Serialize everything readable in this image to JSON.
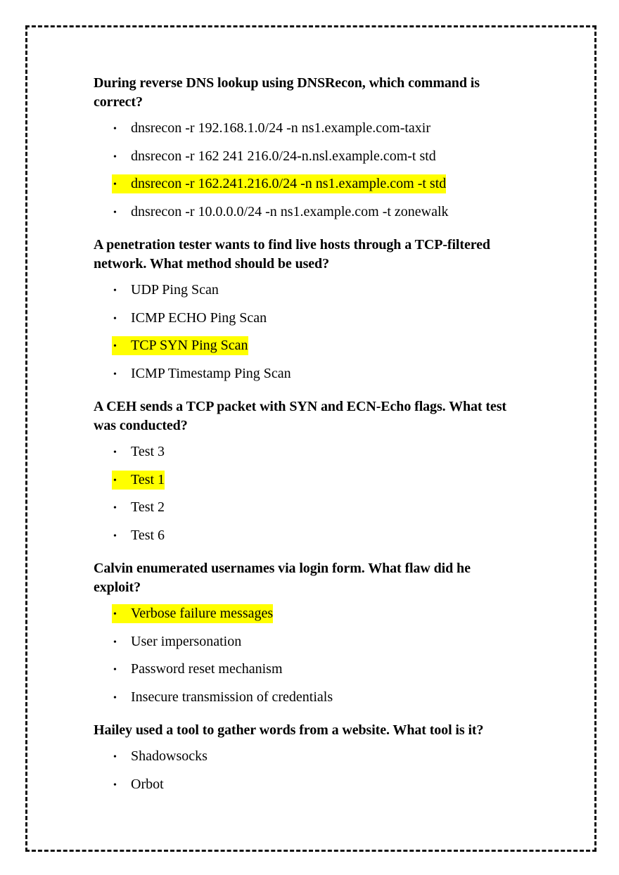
{
  "document": {
    "highlight_color": "#FFFF00",
    "border_style": "dashed",
    "questions": [
      {
        "title": "During reverse DNS lookup using DNSRecon, which command is correct?",
        "title_lines": [
          "During reverse DNS lookup using DNSRecon, which command is",
          "correct?"
        ],
        "options": [
          {
            "text": "dnsrecon -r 192.168.1.0/24 -n ns1.example.com-taxir",
            "highlighted": false
          },
          {
            "text": "dnsrecon -r 162 241 216.0/24-n.nsl.example.com-t std",
            "highlighted": false
          },
          {
            "text": "dnsrecon -r 162.241.216.0/24 -n ns1.example.com -t std",
            "highlighted": true
          },
          {
            "text": "dnsrecon -r 10.0.0.0/24 -n ns1.example.com -t zonewalk",
            "highlighted": false
          }
        ]
      },
      {
        "title": "A penetration tester wants to find live hosts through a TCP-filtered network. What method should be used?",
        "title_lines": [
          "A penetration tester wants to find live hosts through a TCP-filtered",
          "network. What method should be used?"
        ],
        "options": [
          {
            "text": "UDP Ping Scan",
            "highlighted": false
          },
          {
            "text": "ICMP ECHO Ping Scan",
            "highlighted": false
          },
          {
            "text": "TCP SYN Ping Scan",
            "highlighted": true
          },
          {
            "text": "ICMP Timestamp Ping Scan",
            "highlighted": false
          }
        ]
      },
      {
        "title": "A CEH sends a TCP packet with SYN and ECN-Echo flags. What test was conducted?",
        "title_lines": [
          "A CEH sends a TCP packet with SYN and ECN-Echo flags. What test",
          "was conducted?"
        ],
        "options": [
          {
            "text": "Test 3",
            "highlighted": false
          },
          {
            "text": "Test 1",
            "highlighted": true
          },
          {
            "text": "Test 2",
            "highlighted": false
          },
          {
            "text": "Test 6",
            "highlighted": false
          }
        ]
      },
      {
        "title": "Calvin enumerated usernames via login form. What flaw did he exploit?",
        "title_lines": [
          "Calvin enumerated usernames via login form. What flaw did he",
          "exploit?"
        ],
        "options": [
          {
            "text": "Verbose failure messages",
            "highlighted": true
          },
          {
            "text": "User impersonation",
            "highlighted": false
          },
          {
            "text": "Password reset mechanism",
            "highlighted": false
          },
          {
            "text": "Insecure transmission of credentials",
            "highlighted": false
          }
        ]
      },
      {
        "title": "Hailey used a tool to gather words from a website. What tool is it?",
        "title_lines": [
          "Hailey used a tool to gather words from a website. What tool is it?"
        ],
        "options": [
          {
            "text": "Shadowsocks",
            "highlighted": false
          },
          {
            "text": "Orbot",
            "highlighted": false
          }
        ]
      }
    ]
  },
  "bullet_glyph": "•"
}
